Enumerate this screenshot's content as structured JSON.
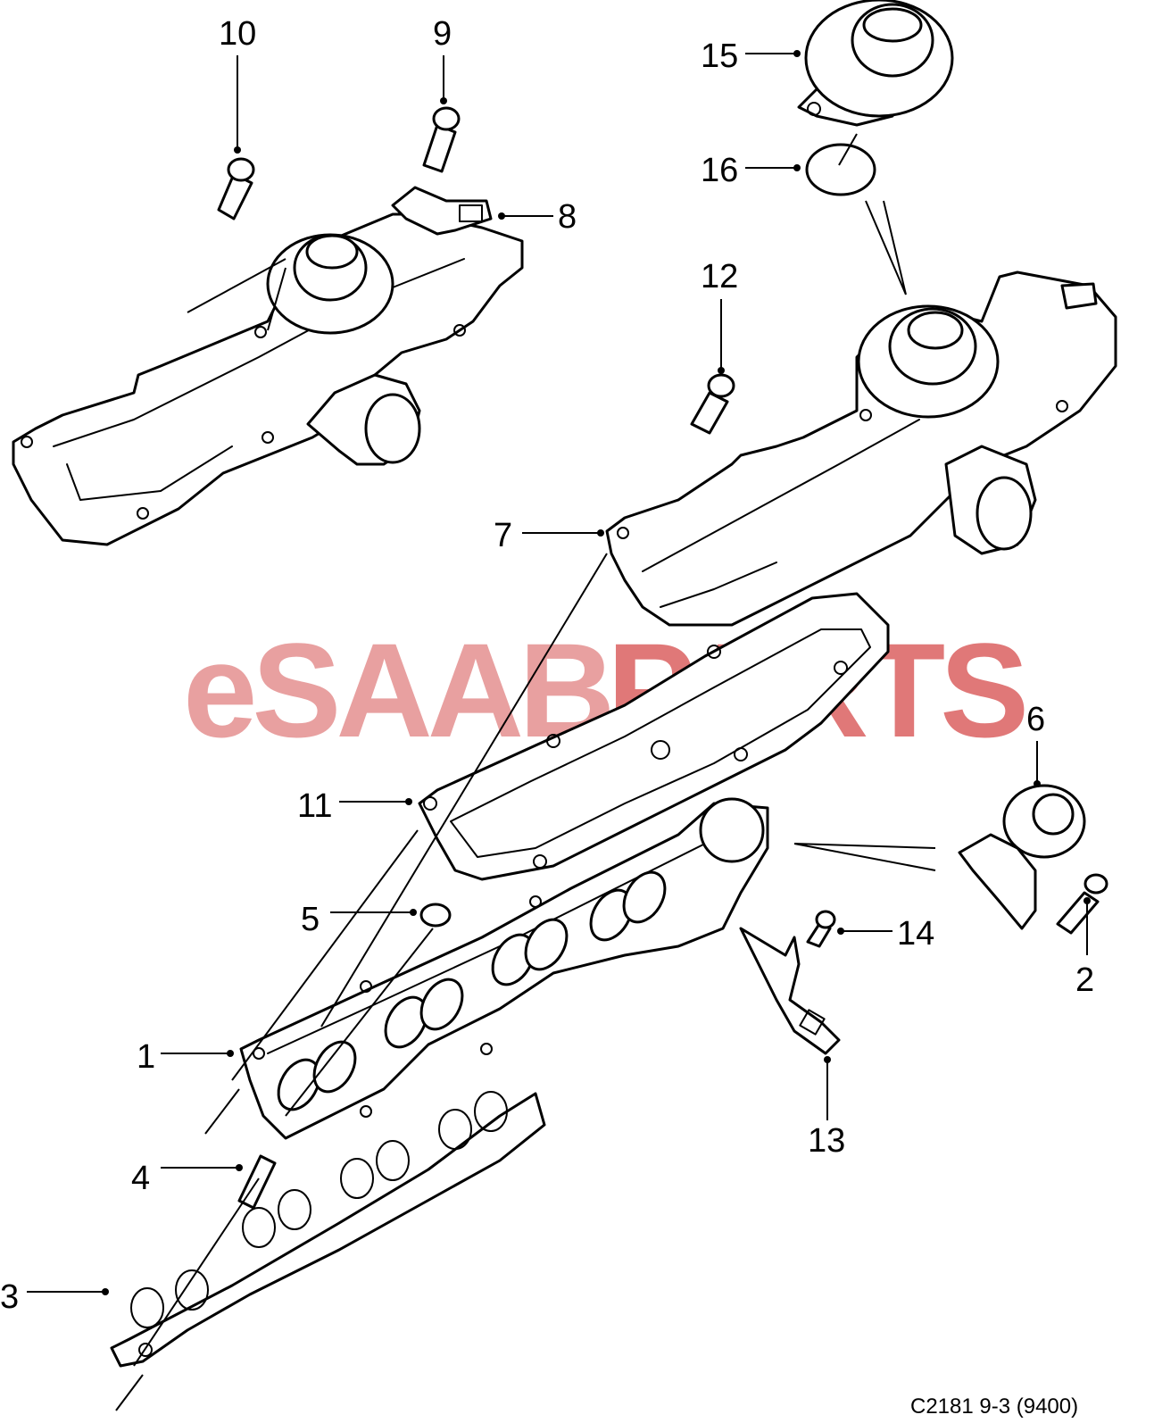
{
  "watermark": {
    "prefix": "eSAAB",
    "suffix": "PARTS",
    "color_prefix": "#e8a0a0",
    "color_suffix": "#e07878"
  },
  "reference_code": "C2181 9-3 (9400)",
  "callouts": [
    {
      "id": "1",
      "label": "1"
    },
    {
      "id": "2",
      "label": "2"
    },
    {
      "id": "3",
      "label": "3"
    },
    {
      "id": "4",
      "label": "4"
    },
    {
      "id": "5",
      "label": "5"
    },
    {
      "id": "6",
      "label": "6"
    },
    {
      "id": "7",
      "label": "7"
    },
    {
      "id": "8",
      "label": "8"
    },
    {
      "id": "9",
      "label": "9"
    },
    {
      "id": "10",
      "label": "10"
    },
    {
      "id": "11",
      "label": "11"
    },
    {
      "id": "12",
      "label": "12"
    },
    {
      "id": "13",
      "label": "13"
    },
    {
      "id": "14",
      "label": "14"
    },
    {
      "id": "15",
      "label": "15"
    },
    {
      "id": "16",
      "label": "16"
    }
  ]
}
